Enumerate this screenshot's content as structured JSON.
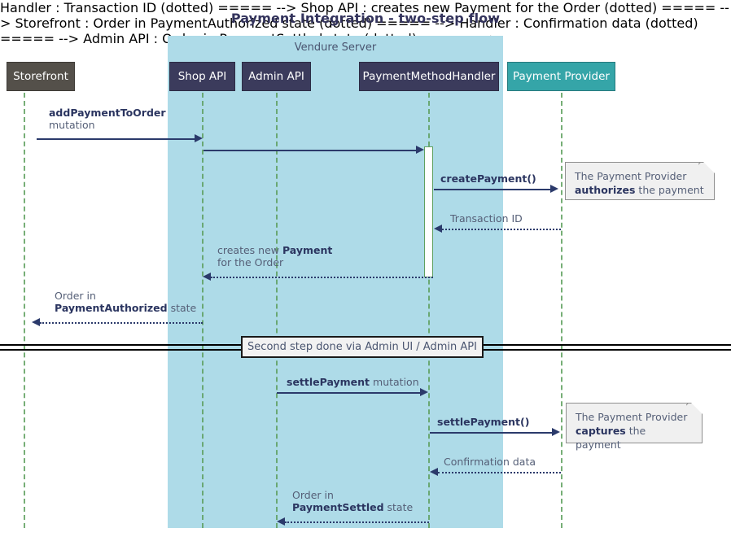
{
  "title": "Payment Integration - two-step flow",
  "group": {
    "label": "Vendure Server"
  },
  "participants": [
    {
      "id": "storefront",
      "label": "Storefront",
      "color": "#54504a"
    },
    {
      "id": "shop-api",
      "label": "Shop API",
      "color": "#3b3b5c"
    },
    {
      "id": "admin-api",
      "label": "Admin API",
      "color": "#3b3b5c"
    },
    {
      "id": "handler",
      "label": "PaymentMethodHandler",
      "color": "#3b3b5c"
    },
    {
      "id": "provider",
      "label": "Payment Provider",
      "color": "#35a5a8"
    }
  ],
  "messages": {
    "add_payment_bold": "addPaymentToOrder",
    "add_payment_plain": "mutation",
    "create_payment": "createPayment()",
    "transaction_id": "Transaction ID",
    "creates_payment_line1_plain": "creates new ",
    "creates_payment_line1_bold": "Payment",
    "creates_payment_line2": "for the Order",
    "order_authorized_line1": "Order in",
    "order_authorized_bold": "PaymentAuthorized",
    "order_authorized_plain": " state",
    "settle_payment_bold": "settlePayment",
    "settle_payment_plain": " mutation",
    "settle_payment_call": "settlePayment()",
    "confirmation_data": "Confirmation data",
    "order_settled_line1": "Order in",
    "order_settled_bold": "PaymentSettled",
    "order_settled_plain": " state"
  },
  "divider": {
    "label": "Second step done via Admin UI / Admin API"
  },
  "notes": [
    {
      "id": "authorize-note",
      "line1": "The Payment Provider",
      "bold": "authorizes",
      "rest": " the payment"
    },
    {
      "id": "capture-note",
      "line1": "The Payment Provider",
      "bold": "captures",
      "rest": " the payment"
    }
  ],
  "colors": {
    "group_fill": "#aedbe8",
    "lifeline": "#5fa05f",
    "arrow": "#2b3a6b",
    "text": "#555f77",
    "bold_text": "#2b3560",
    "note_fill": "#f0f0f0",
    "title": "#33335c"
  }
}
